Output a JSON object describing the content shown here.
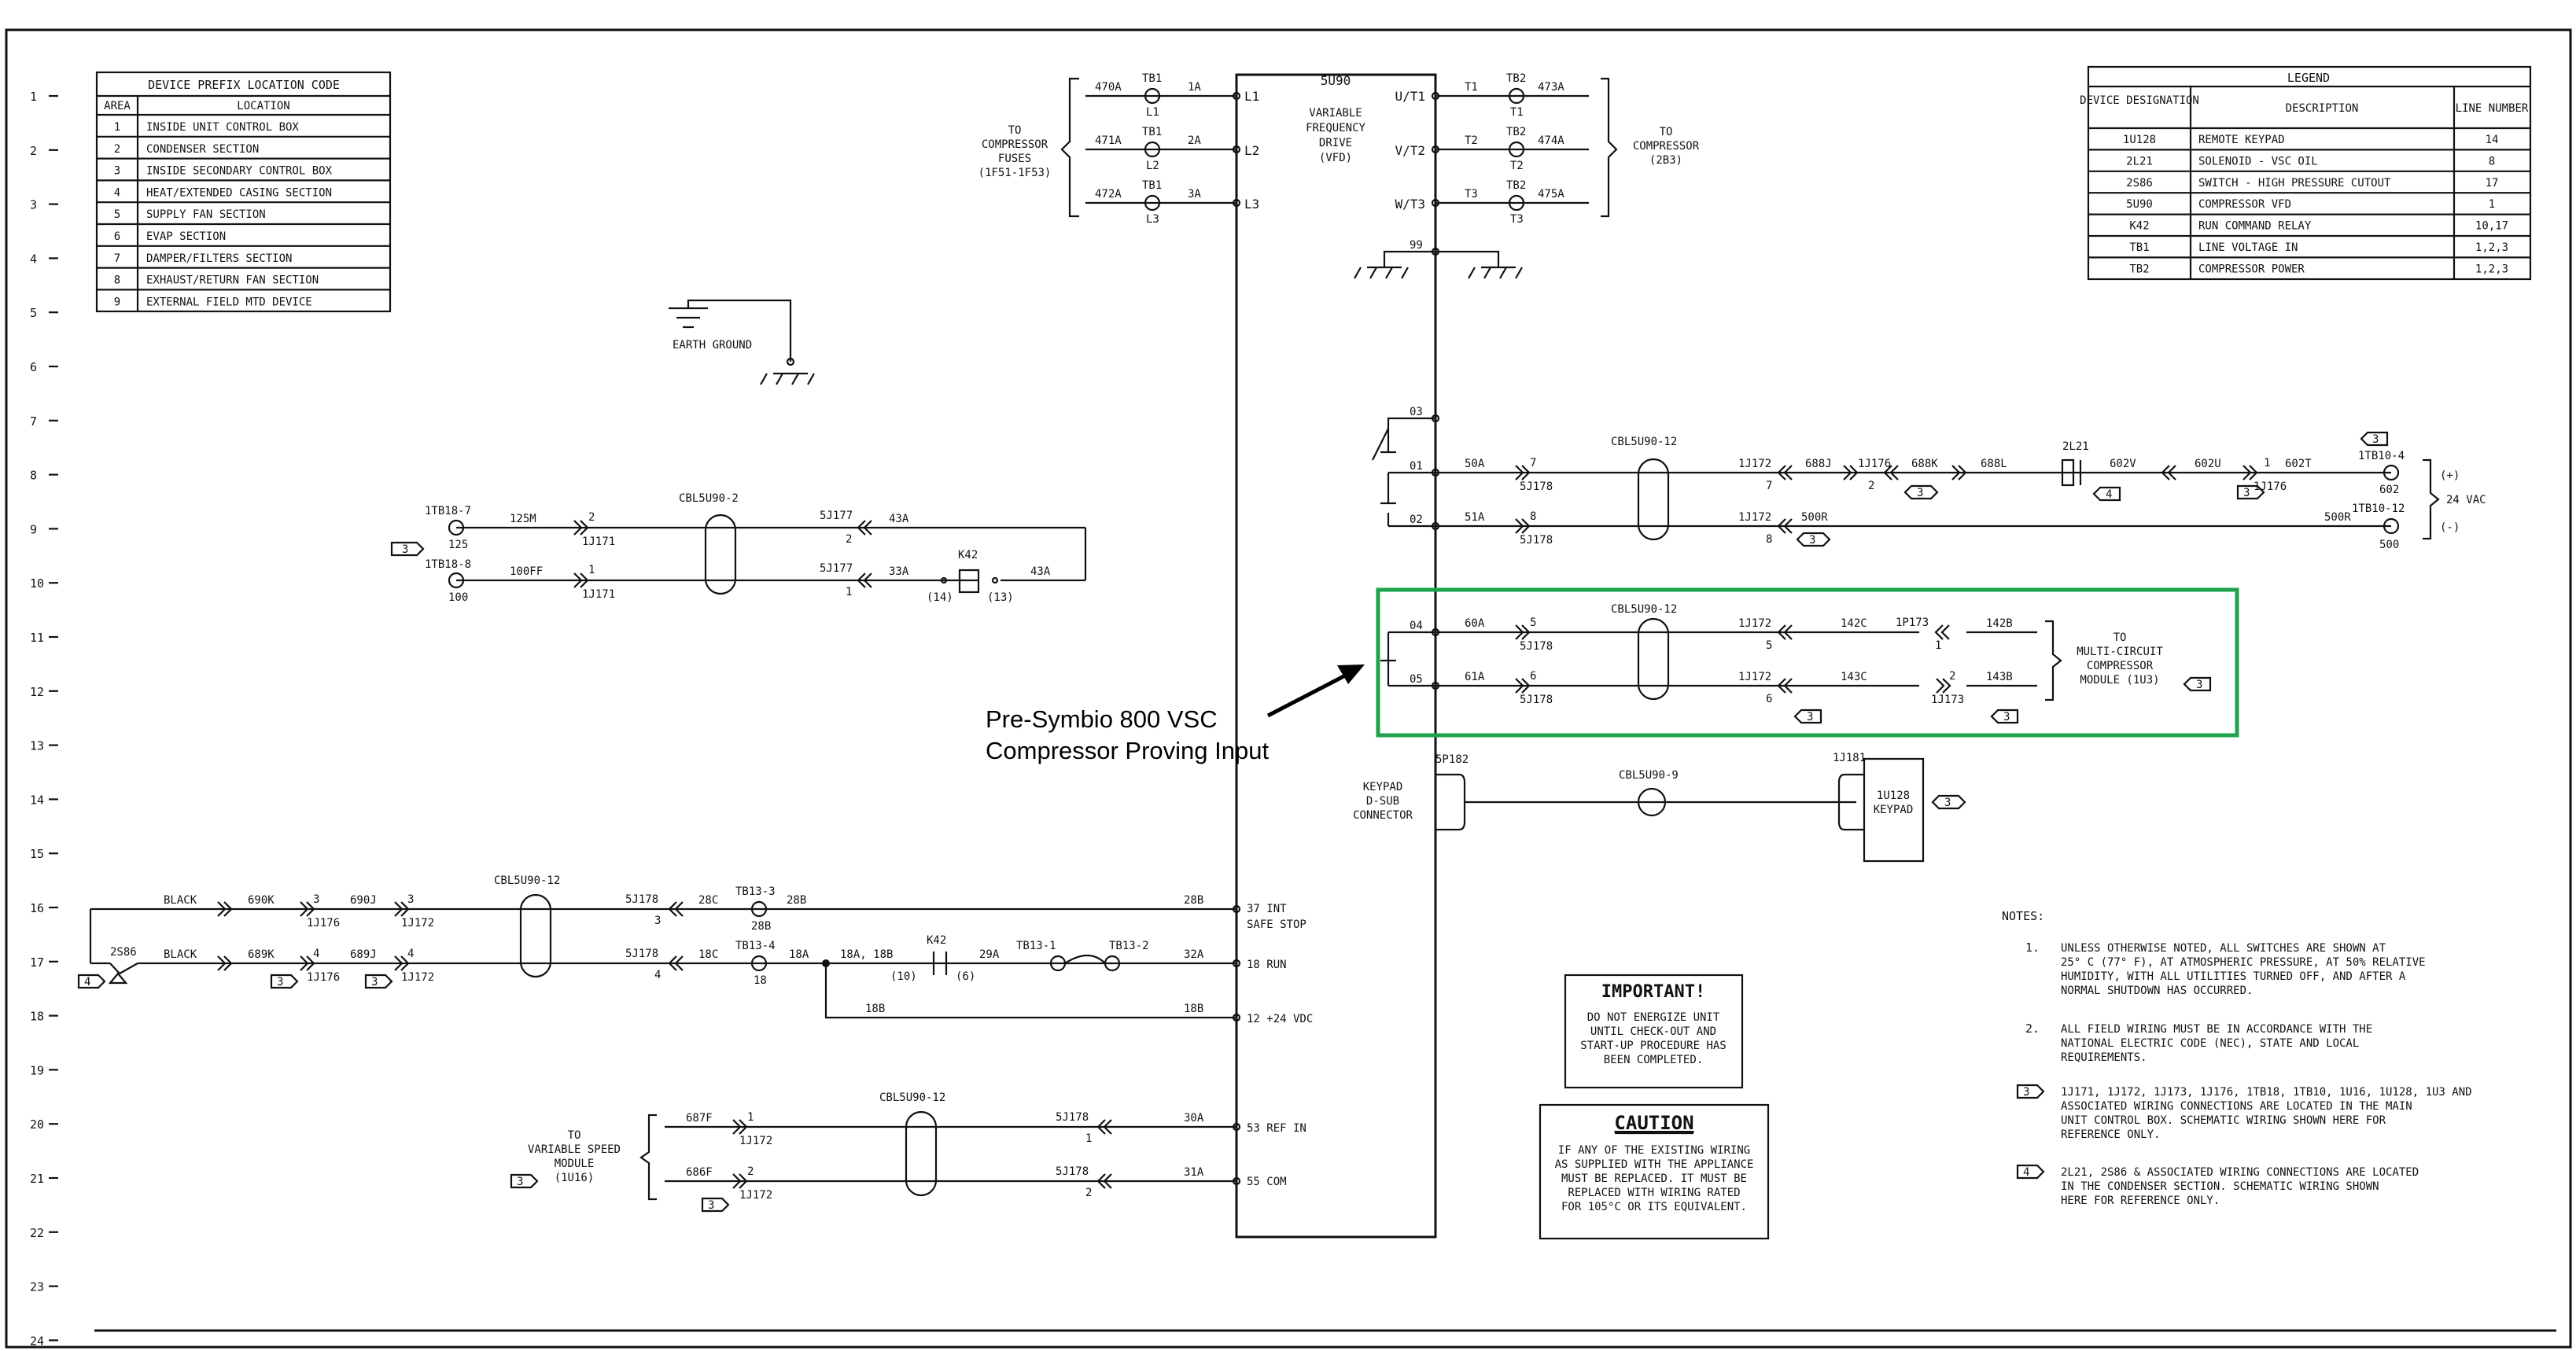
{
  "line_numbers": [
    "1",
    "2",
    "3",
    "4",
    "5",
    "6",
    "7",
    "8",
    "9",
    "10",
    "11",
    "12",
    "13",
    "14",
    "15",
    "16",
    "17",
    "18",
    "19",
    "20",
    "21",
    "22",
    "23",
    "24"
  ],
  "device_prefix": {
    "title": "DEVICE PREFIX LOCATION CODE",
    "headers": [
      "AREA",
      "LOCATION"
    ],
    "rows": [
      [
        "1",
        "INSIDE UNIT CONTROL BOX"
      ],
      [
        "2",
        "CONDENSER SECTION"
      ],
      [
        "3",
        "INSIDE SECONDARY CONTROL BOX"
      ],
      [
        "4",
        "HEAT/EXTENDED CASING SECTION"
      ],
      [
        "5",
        "SUPPLY FAN SECTION"
      ],
      [
        "6",
        "EVAP SECTION"
      ],
      [
        "7",
        "DAMPER/FILTERS SECTION"
      ],
      [
        "8",
        "EXHAUST/RETURN FAN SECTION"
      ],
      [
        "9",
        "EXTERNAL FIELD MTD DEVICE"
      ]
    ]
  },
  "legend": {
    "title": "LEGEND",
    "headers": [
      "DEVICE DESIGNATION",
      "DESCRIPTION",
      "LINE NUMBER"
    ],
    "rows": [
      [
        "1U128",
        "REMOTE KEYPAD",
        "14"
      ],
      [
        "2L21",
        "SOLENOID - VSC OIL",
        "8"
      ],
      [
        "2S86",
        "SWITCH - HIGH PRESSURE CUTOUT",
        "17"
      ],
      [
        "5U90",
        "COMPRESSOR VFD",
        "1"
      ],
      [
        "K42",
        "RUN COMMAND RELAY",
        "10,17"
      ],
      [
        "TB1",
        "LINE VOLTAGE IN",
        "1,2,3"
      ],
      [
        "TB2",
        "COMPRESSOR POWER",
        "1,2,3"
      ]
    ]
  },
  "vfd": {
    "id": "5U90",
    "name_lines": [
      "VARIABLE",
      "FREQUENCY",
      "DRIVE",
      "(VFD)"
    ],
    "inputs": [
      "L1",
      "L2",
      "L3"
    ],
    "outputs": [
      "U/T1",
      "V/T2",
      "W/T3"
    ],
    "ground_terminal": "99",
    "right_terminals": [
      "03",
      "01",
      "02",
      "04",
      "05"
    ],
    "left_terminals": [
      "37 INT",
      "SAFE STOP",
      "18 RUN",
      "12 +24 VDC",
      "53 REF IN",
      "55 COM"
    ]
  },
  "power_in": {
    "label_lines": [
      "TO",
      "COMPRESSOR",
      "FUSES",
      "(1F51-1F53)"
    ],
    "wires": [
      "470A",
      "471A",
      "472A"
    ],
    "tb": "TB1",
    "terms": [
      "1A",
      "2A",
      "3A"
    ],
    "l_labels": [
      "L1",
      "L2",
      "L3"
    ]
  },
  "power_out": {
    "label_lines": [
      "TO",
      "COMPRESSOR",
      "(2B3)"
    ],
    "t_labels": [
      "T1",
      "T2",
      "T3"
    ],
    "tb": "TB2",
    "wires": [
      "473A",
      "474A",
      "475A"
    ]
  },
  "earth_ground": "EARTH GROUND",
  "k42_circuit": {
    "tb_top": "1TB18-7",
    "tb_top_num": "125",
    "wire_top": "125M",
    "conn_top": "2",
    "plug": "1J171",
    "tb_bot": "1TB18-8",
    "tb_bot_num": "100",
    "wire_bot": "100FF",
    "conn_bot": "1",
    "cable": "CBL5U90-2",
    "j_top": "5J177",
    "j_top_num": "2",
    "wire_43a": "43A",
    "j_bot": "5J177",
    "j_bot_num": "1",
    "wire_33a": "33A",
    "relay": "K42",
    "relay_pin_a": "(14)",
    "relay_pin_b": "(13)",
    "tag": "3"
  },
  "oil_circuit": {
    "cable": "CBL5U90-12",
    "wire_50a": "50A",
    "wire_51a": "51A",
    "p7": "7",
    "p8": "8",
    "j178": "5J178",
    "j172": "1J172",
    "n7": "7",
    "n8": "8",
    "w688j": "688J",
    "j176": "1J176",
    "n2": "2",
    "w688k": "688K",
    "w688l": "688L",
    "sol": "2L21",
    "w602v": "602V",
    "w602u": "602U",
    "n1": "1",
    "w602t": "602T",
    "tb10_4": "1TB10-4",
    "n602": "602",
    "w500r": "500R",
    "tb10_12": "1TB10-12",
    "n500": "500",
    "plus": "(+)",
    "vac": "24 VAC",
    "minus": "(-)",
    "tag3": "3",
    "tag4": "4"
  },
  "proving": {
    "cable": "CBL5U90-12",
    "w60a": "60A",
    "w61a": "61A",
    "p5": "5",
    "p6": "6",
    "j178": "5J178",
    "j172": "1J172",
    "n5": "5",
    "n6": "6",
    "w142c": "142C",
    "w143c": "143C",
    "p173": "1P173",
    "j173": "1J173",
    "n1": "1",
    "n2": "2",
    "w142b": "142B",
    "w143b": "143B",
    "label_lines": [
      "TO",
      "MULTI-CIRCUIT",
      "COMPRESSOR",
      "MODULE (1U3)"
    ],
    "tag": "3"
  },
  "keypad": {
    "plug": "5P182",
    "conn_lines": [
      "KEYPAD",
      "D-SUB",
      "CONNECTOR"
    ],
    "cable": "CBL5U90-9",
    "j181": "1J181",
    "dev": "1U128",
    "dev_name": "KEYPAD",
    "tag": "3"
  },
  "run_circuit": {
    "black1": "BLACK",
    "black2": "BLACK",
    "w690k": "690K",
    "w689k": "689K",
    "n3": "3",
    "n4": "4",
    "j176": "1J176",
    "w690j": "690J",
    "w689j": "689J",
    "j172": "1J172",
    "cable": "CBL5U90-12",
    "j178": "5J178",
    "w28c": "28C",
    "w18c": "18C",
    "tb13_3": "TB13-3",
    "tb13_4": "TB13-4",
    "w28b": "28B",
    "n28b": "28B",
    "w18a": "18A",
    "n18": "18",
    "w18a18b": "18A, 18B",
    "k42": "K42",
    "pin10": "(10)",
    "pin6": "(6)",
    "w29a": "29A",
    "tb13_1": "TB13-1",
    "tb13_2": "TB13-2",
    "w32a": "32A",
    "w28b_r": "28B",
    "w18b": "18B",
    "w18b_r": "18B",
    "sw": "2S86",
    "tag4": "4",
    "tag3": "3"
  },
  "ref_circuit": {
    "label_lines": [
      "TO",
      "VARIABLE SPEED",
      "MODULE",
      "(1U16)"
    ],
    "w687f": "687F",
    "w686f": "686F",
    "n1": "1",
    "n2": "2",
    "j172": "1J172",
    "cable": "CBL5U90-12",
    "j178": "5J178",
    "w30a": "30A",
    "w31a": "31A",
    "tag": "3"
  },
  "annotation": {
    "lines": [
      "Pre-Symbio 800 VSC",
      "Compressor Proving Input"
    ],
    "highlight_color": "#1fa34a"
  },
  "important": {
    "title": "IMPORTANT!",
    "lines": [
      "DO NOT ENERGIZE UNIT",
      "UNTIL CHECK-OUT AND",
      "START-UP PROCEDURE HAS",
      "BEEN COMPLETED."
    ]
  },
  "caution": {
    "title": "CAUTION",
    "lines": [
      "IF ANY OF THE EXISTING WIRING",
      "AS SUPPLIED WITH THE APPLIANCE",
      "MUST BE REPLACED.  IT MUST BE",
      "REPLACED WITH WIRING RATED",
      "FOR 105°C OR ITS EQUIVALENT."
    ]
  },
  "notes": {
    "title": "NOTES:",
    "n1": {
      "num": "1.",
      "lines": [
        "UNLESS OTHERWISE NOTED, ALL SWITCHES ARE SHOWN AT",
        "25° C (77° F), AT ATMOSPHERIC PRESSURE, AT 50% RELATIVE",
        "HUMIDITY, WITH ALL UTILITIES TURNED OFF, AND AFTER A",
        "NORMAL SHUTDOWN HAS OCCURRED."
      ]
    },
    "n2": {
      "num": "2.",
      "lines": [
        "ALL FIELD WIRING MUST BE IN ACCORDANCE WITH THE",
        "NATIONAL ELECTRIC CODE (NEC), STATE AND LOCAL",
        "REQUIREMENTS."
      ]
    },
    "n3": {
      "num": "3",
      "lines": [
        "1J171, 1J172, 1J173, 1J176, 1TB18, 1TB10, 1U16, 1U128, 1U3 AND",
        "ASSOCIATED WIRING CONNECTIONS ARE LOCATED IN THE MAIN",
        "UNIT CONTROL BOX.  SCHEMATIC WIRING SHOWN HERE FOR",
        "REFERENCE ONLY."
      ]
    },
    "n4": {
      "num": "4",
      "lines": [
        "2L21, 2S86 & ASSOCIATED WIRING CONNECTIONS ARE LOCATED",
        "IN THE CONDENSER SECTION.  SCHEMATIC WIRING SHOWN",
        "HERE FOR REFERENCE ONLY."
      ]
    }
  }
}
